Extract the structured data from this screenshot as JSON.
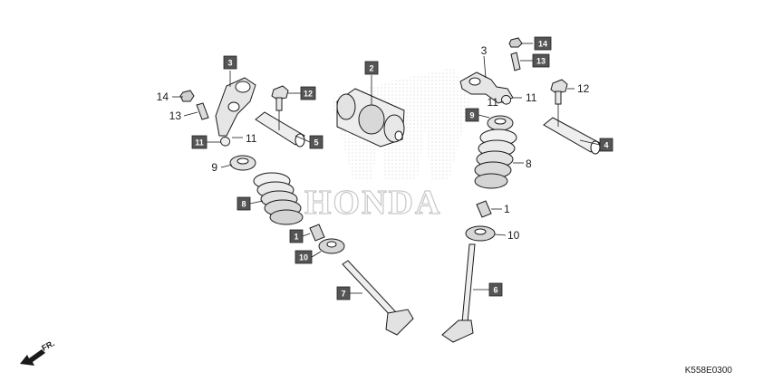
{
  "diagram": {
    "code": "K558E0300",
    "direction_label": "FR.",
    "watermark": "HONDA",
    "callouts": [
      {
        "id": "c-14-left",
        "text": "14",
        "boxed": false
      },
      {
        "id": "c-13-left",
        "text": "13",
        "boxed": false
      },
      {
        "id": "c-3-left",
        "text": "3",
        "boxed": true
      },
      {
        "id": "c-11-left-box",
        "text": "11",
        "boxed": true
      },
      {
        "id": "c-11-left",
        "text": "11",
        "boxed": false
      },
      {
        "id": "c-9-left",
        "text": "9",
        "boxed": false
      },
      {
        "id": "c-8-left",
        "text": "8",
        "boxed": true
      },
      {
        "id": "c-12-left",
        "text": "12",
        "boxed": true
      },
      {
        "id": "c-5",
        "text": "5",
        "boxed": true
      },
      {
        "id": "c-2",
        "text": "2",
        "boxed": true
      },
      {
        "id": "c-1-left",
        "text": "1",
        "boxed": true
      },
      {
        "id": "c-10-left",
        "text": "10",
        "boxed": true
      },
      {
        "id": "c-7",
        "text": "7",
        "boxed": true
      },
      {
        "id": "c-3-right",
        "text": "3",
        "boxed": false
      },
      {
        "id": "c-14-right",
        "text": "14",
        "boxed": true
      },
      {
        "id": "c-13-right",
        "text": "13",
        "boxed": true
      },
      {
        "id": "c-11-right-a",
        "text": "11",
        "boxed": false
      },
      {
        "id": "c-11-right-b",
        "text": "11",
        "boxed": false
      },
      {
        "id": "c-12-right",
        "text": "12",
        "boxed": false
      },
      {
        "id": "c-9-right",
        "text": "9",
        "boxed": true
      },
      {
        "id": "c-4",
        "text": "4",
        "boxed": true
      },
      {
        "id": "c-8-right",
        "text": "8",
        "boxed": false
      },
      {
        "id": "c-1-right",
        "text": "1",
        "boxed": false
      },
      {
        "id": "c-10-right",
        "text": "10",
        "boxed": false
      },
      {
        "id": "c-6",
        "text": "6",
        "boxed": true
      }
    ]
  }
}
